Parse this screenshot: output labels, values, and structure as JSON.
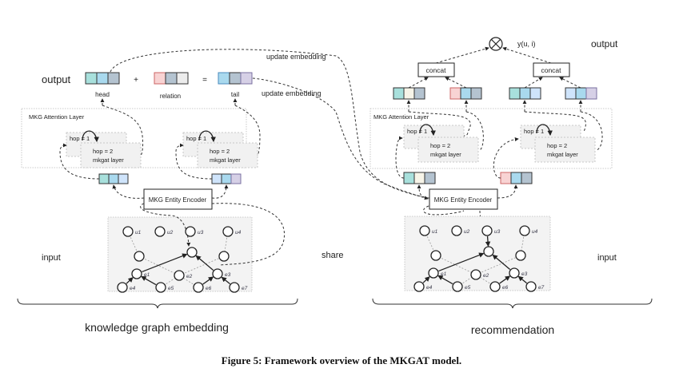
{
  "colors": {
    "teal": "#a8e0dc",
    "sky": "#a9d9ee",
    "slate": "#b4c3d0",
    "pink": "#f8d3d3",
    "light_gray": "#ececec",
    "lavender": "#d6d0e6",
    "pale_blue": "#cfe4fb",
    "cream": "#f7f4e8",
    "node_blue": "#cfe1f7",
    "node_purple": "#e2cfe8",
    "node_yellow": "#fbe7a6"
  },
  "left": {
    "output_label": "output",
    "plus": "+",
    "equals": "=",
    "head_label": "head",
    "relation_label": "relation",
    "tail_label": "tail",
    "update_embedding_top": "update embedding",
    "update_embedding_right": "update embedding",
    "attention_layer_title": "MKG Attention Layer",
    "hop1": "hop = 1",
    "hop2": "hop = 2",
    "mkgat_layer": "mkgat layer",
    "encoder_label": "MKG Entity Encoder",
    "input_label": "input",
    "section_label": "knowledge graph embedding"
  },
  "right": {
    "output_label": "output",
    "score_label": "y(u, i)",
    "concat_label": "concat",
    "attention_layer_title": "MKG Attention Layer",
    "hop1": "hop = 1",
    "hop2": "hop = 2",
    "mkgat_layer": "mkgat layer",
    "encoder_label": "MKG Entity Encoder",
    "input_label": "input",
    "section_label": "recommendation"
  },
  "share_label": "share",
  "graph_nodes": {
    "u1": "u1",
    "u2": "u2",
    "u3": "u3",
    "u4": "u4",
    "e1": "e1",
    "e2": "e2",
    "e3": "e3",
    "e4": "e4",
    "e5": "e5",
    "e6": "e6",
    "e7": "e7"
  },
  "caption": "Figure 5: Framework overview of the MKGAT model."
}
